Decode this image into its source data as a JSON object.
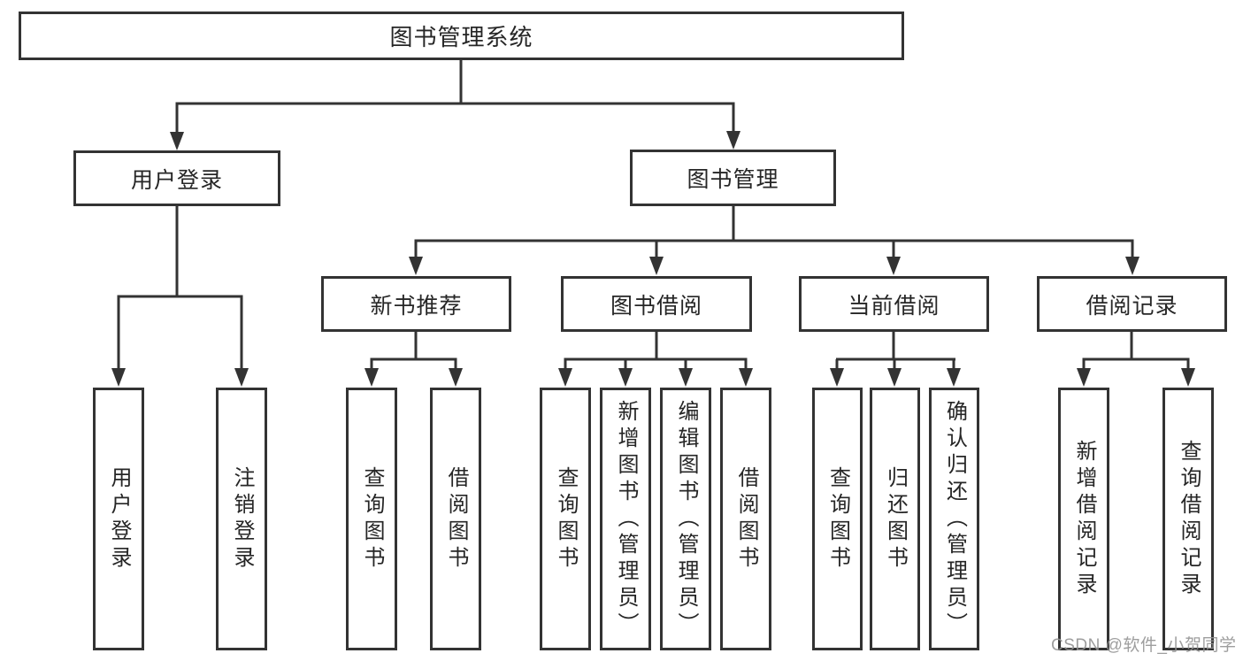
{
  "diagram": {
    "title": "图书管理系统",
    "branches": [
      {
        "label": "用户登录",
        "children": [
          {
            "label": "用户登录"
          },
          {
            "label": "注销登录"
          }
        ]
      },
      {
        "label": "图书管理",
        "children": [
          {
            "label": "新书推荐",
            "children": [
              {
                "label": "查询图书"
              },
              {
                "label": "借阅图书"
              }
            ]
          },
          {
            "label": "图书借阅",
            "children": [
              {
                "label": "查询图书"
              },
              {
                "label": "新增图书（管理员）"
              },
              {
                "label": "编辑图书（管理员）"
              },
              {
                "label": "借阅图书"
              }
            ]
          },
          {
            "label": "当前借阅",
            "children": [
              {
                "label": "查询图书"
              },
              {
                "label": "归还图书"
              },
              {
                "label": "确认归还（管理员）"
              }
            ]
          },
          {
            "label": "借阅记录",
            "children": [
              {
                "label": "新增借阅记录"
              },
              {
                "label": "查询借阅记录"
              }
            ]
          }
        ]
      }
    ]
  },
  "watermark": {
    "text": "CSDN @软件_小贺同学"
  },
  "colors": {
    "line": "#333333",
    "text": "#262626",
    "box_background": "#ffffff",
    "watermark": "#949494",
    "background": "#ffffff"
  }
}
